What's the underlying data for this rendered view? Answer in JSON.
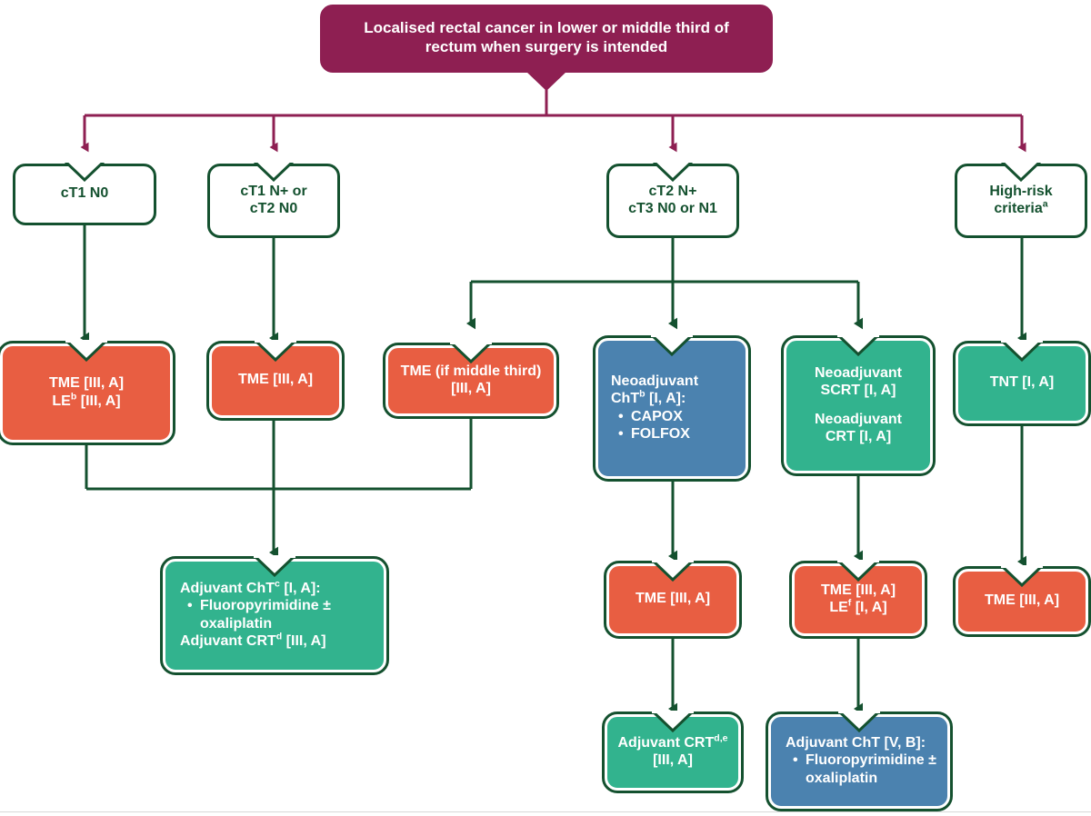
{
  "diagram": {
    "title": "Localised rectal cancer treatment algorithm",
    "colors": {
      "maroon": "#8E1F52",
      "red": "#E85E42",
      "teal": "#32B38E",
      "blue": "#4B82AF",
      "green_outline": "#14512F"
    }
  },
  "nodes": {
    "root": {
      "text_line1": "Localised rectal cancer in lower or middle third of",
      "text_line2": "rectum when surgery is intended"
    },
    "stage_ct1n0": {
      "line1": "cT1 N0"
    },
    "stage_ct1np": {
      "line1": "cT1 N+ or",
      "line2": "cT2 N0"
    },
    "stage_ct2np": {
      "line1": "cT2 N+",
      "line2": "cT3 N0 or N1"
    },
    "stage_highrisk": {
      "line1": "High-risk",
      "line2": "criteria",
      "sup2": "a"
    },
    "tme_le": {
      "line1": "TME [III, A]",
      "line2_pre": "LE",
      "line2_sup": "b",
      "line2_post": " [III, A]"
    },
    "tme_simple_1": {
      "line1": "TME [III, A]"
    },
    "tme_middle": {
      "line1": "TME (if middle third)",
      "line2": "[III, A]"
    },
    "neoadj_cht": {
      "line1": "Neoadjuvant",
      "line2_pre": "ChT",
      "line2_sup": "b",
      "line2_post": " [I, A]:",
      "bullets": [
        "CAPOX",
        "FOLFOX"
      ]
    },
    "neoadj_scrt": {
      "line1": "Neoadjuvant",
      "line2": "SCRT [I, A]",
      "line3": "Neoadjuvant",
      "line4": "CRT [I, A]"
    },
    "tnt": {
      "line1": "TNT [I, A]"
    },
    "adjuvant_cht": {
      "line1_pre": "Adjuvant ChT",
      "line1_sup": "c",
      "line1_post": " [I, A]:",
      "bullets": [
        "Fluoropyrimidine ± oxaliplatin"
      ],
      "line3_pre": "Adjuvant CRT",
      "line3_sup": "d",
      "line3_post": " [III, A]"
    },
    "tme_simple_2": {
      "line1": "TME [III, A]"
    },
    "tme_le_f": {
      "line1": "TME [III, A]",
      "line2_pre": "LE",
      "line2_sup": "f",
      "line2_post": " [I, A]"
    },
    "tme_simple_3": {
      "line1": "TME [III, A]"
    },
    "adjuvant_crt": {
      "line1_pre": "Adjuvant CRT",
      "line1_sup": "d,e",
      "line1_post": "",
      "line2": "[III, A]"
    },
    "adjuvant_cht_v": {
      "line1": "Adjuvant ChT [V, B]:",
      "bullets": [
        "Fluoropyrimidine ± oxaliplatin"
      ]
    }
  }
}
